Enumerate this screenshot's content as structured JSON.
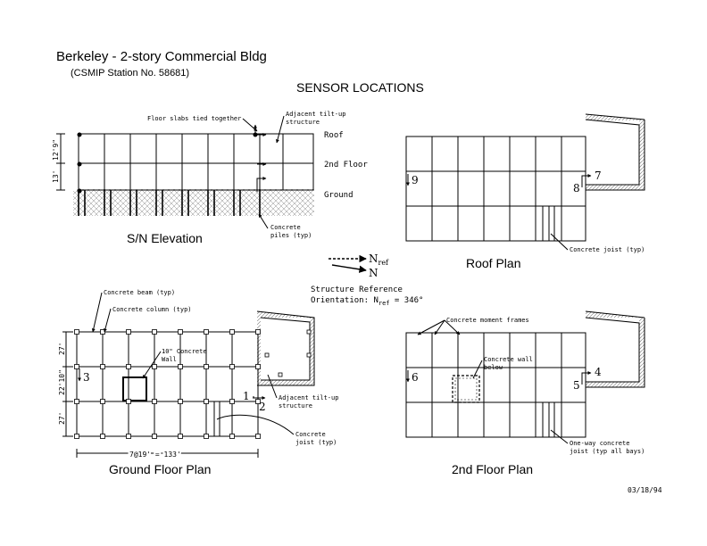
{
  "header": {
    "title": "Berkeley - 2-story Commercial Bldg",
    "subtitle": "(CSMIP Station No. 58681)",
    "heading": "SENSOR LOCATIONS",
    "date": "03/18/94"
  },
  "elevation": {
    "caption": "S/N Elevation",
    "note_slabs": "Floor slabs tied together",
    "note_adjacent_1": "Adjacent tilt-up",
    "note_adjacent_2": "structure",
    "note_piles_1": "Concrete",
    "note_piles_2": "piles (typ)",
    "level_roof": "Roof",
    "level_2nd": "2nd Floor",
    "level_ground": "Ground",
    "dim_upper": "12'9\"",
    "dim_lower": "13'"
  },
  "roof_plan": {
    "caption": "Roof Plan",
    "note_joist": "Concrete joist (typ)",
    "sensor_9": "9",
    "sensor_8": "8",
    "sensor_7": "7"
  },
  "orientation": {
    "n_ref": "N",
    "ref_sub": "ref",
    "n": "N",
    "line1": "Structure Reference",
    "line2_prefix": "Orientation: N",
    "line2_sub": "ref",
    "line2_suffix": " = 346°"
  },
  "ground_plan": {
    "caption": "Ground Floor Plan",
    "note_beam": "Concrete beam (typ)",
    "note_column": "Concrete column (typ)",
    "note_wall_1": "10\" Concrete",
    "note_wall_2": "Wall",
    "note_adjacent_1": "Adjacent tilt-up",
    "note_adjacent_2": "structure",
    "note_joist_1": "Concrete",
    "note_joist_2": "joist (typ)",
    "dim_27a": "27'",
    "dim_22": "22'10\"",
    "dim_27b": "27'",
    "dim_width": "7@19' = 133'",
    "sensor_3": "3",
    "sensor_1": "1",
    "sensor_2": "2"
  },
  "second_plan": {
    "caption": "2nd Floor Plan",
    "note_frames": "Concrete moment frames",
    "note_wall_1": "Concrete wall",
    "note_wall_2": "below",
    "note_joist_1": "One-way concrete",
    "note_joist_2": "joist (typ all bays)",
    "sensor_6": "6",
    "sensor_5": "5",
    "sensor_4": "4"
  }
}
